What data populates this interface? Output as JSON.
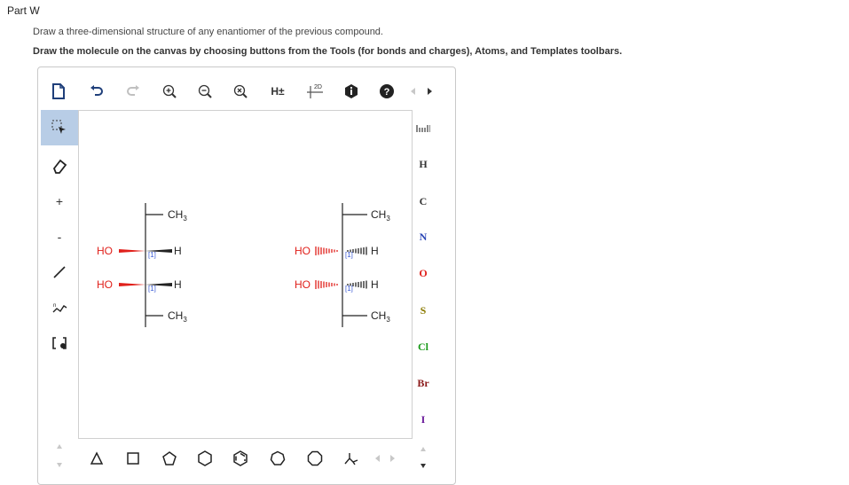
{
  "part_title": "Part W",
  "instructions": {
    "line1": "Draw a three-dimensional structure of any enantiomer of the previous compound.",
    "line2": "Draw the molecule on the canvas by choosing buttons from the Tools (for bonds and charges), Atoms, and Templates toolbars."
  },
  "top_toolbar": {
    "h_toggle_label": "H±",
    "twod_label": "2D"
  },
  "left_toolbar": {
    "plus_label": "+",
    "minus_label": "-"
  },
  "atoms": [
    {
      "symbol": "H",
      "color": "#333333"
    },
    {
      "symbol": "C",
      "color": "#333333"
    },
    {
      "symbol": "N",
      "color": "#2a45b5"
    },
    {
      "symbol": "O",
      "color": "#e0201b"
    },
    {
      "symbol": "S",
      "color": "#8a7a00"
    },
    {
      "symbol": "Cl",
      "color": "#1a9a1a"
    },
    {
      "symbol": "Br",
      "color": "#8b1a1a"
    },
    {
      "symbol": "I",
      "color": "#6a1a9a"
    }
  ],
  "molecules": {
    "left": {
      "top_group": "CH3",
      "bottom_group": "CH3",
      "row1_left": "HO",
      "row1_right": "H",
      "row2_left": "HO",
      "row2_right": "H",
      "stereo_tag": "[1]"
    },
    "right": {
      "top_group": "CH3",
      "bottom_group": "CH3",
      "row1_left": "HO",
      "row1_right": "H",
      "row2_left": "HO",
      "row2_right": "H",
      "stereo_tag": "[1]"
    }
  },
  "colors": {
    "heteroatom_red": "#e0201b",
    "stereo_tag_blue": "#3b5bd6",
    "selected_tool_bg": "#b8cde6"
  }
}
